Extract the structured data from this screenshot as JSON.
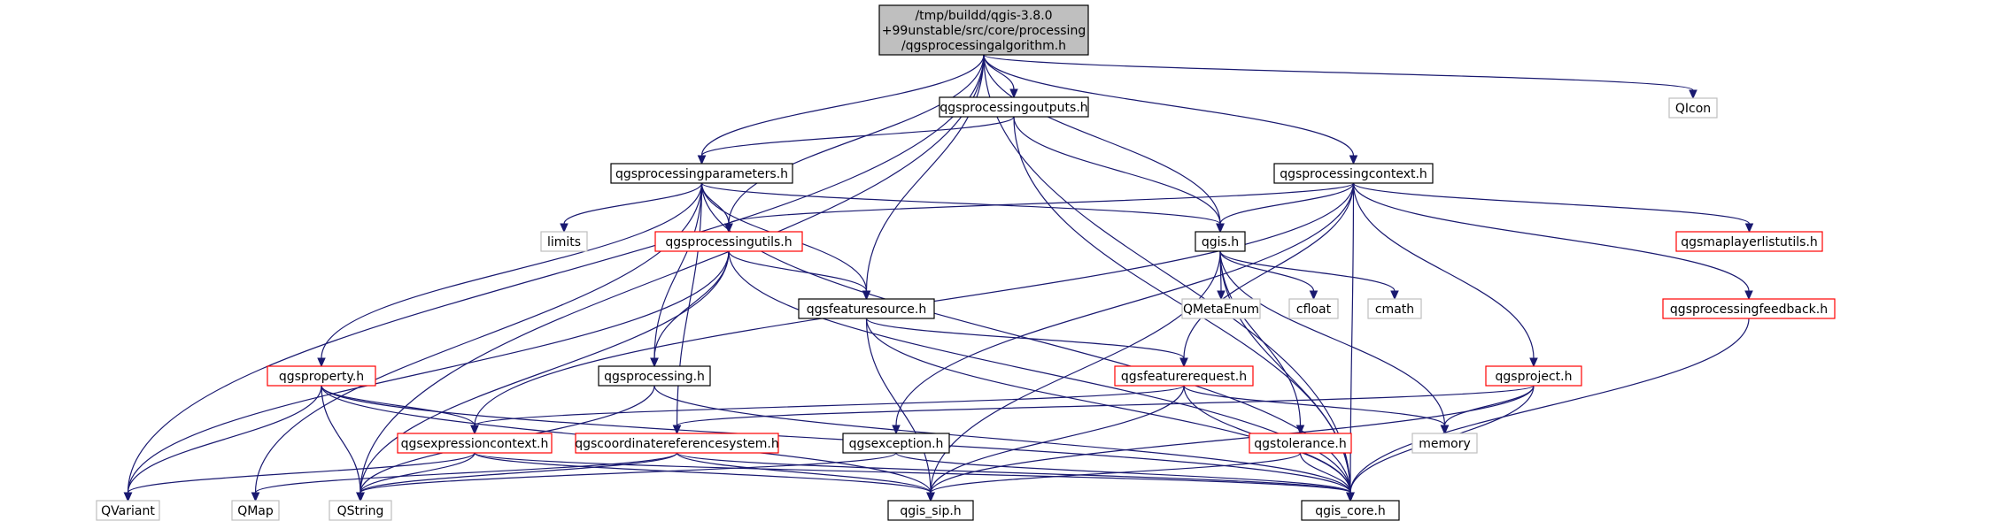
{
  "colors": {
    "edge": "#191970",
    "root_fill": "#bfbfbf",
    "root_border": "#000000",
    "documented_border": "#000000",
    "external_border": "#bfbfbf",
    "incomplete_border": "#ff0000",
    "external_text": "#000000",
    "box_fill": "#ffffff"
  },
  "nodes": [
    {
      "id": "root",
      "kind": "root",
      "lines": [
        "/tmp/buildd/qgis-3.8.0",
        "+99unstable/src/core/processing",
        "/qgsprocessingalgorithm.h"
      ]
    },
    {
      "id": "qicon",
      "kind": "external",
      "lines": [
        "QIcon"
      ]
    },
    {
      "id": "outputs",
      "kind": "documented",
      "lines": [
        "qgsprocessingoutputs.h"
      ]
    },
    {
      "id": "parameters",
      "kind": "documented",
      "lines": [
        "qgsprocessingparameters.h"
      ]
    },
    {
      "id": "context",
      "kind": "documented",
      "lines": [
        "qgsprocessingcontext.h"
      ]
    },
    {
      "id": "limits",
      "kind": "external",
      "lines": [
        "limits"
      ]
    },
    {
      "id": "utils",
      "kind": "incomplete",
      "lines": [
        "qgsprocessingutils.h"
      ]
    },
    {
      "id": "qgis",
      "kind": "documented",
      "lines": [
        "qgis.h"
      ]
    },
    {
      "id": "maplayerlistutils",
      "kind": "incomplete",
      "lines": [
        "qgsmaplayerlistutils.h"
      ]
    },
    {
      "id": "featuresource",
      "kind": "documented",
      "lines": [
        "qgsfeaturesource.h"
      ]
    },
    {
      "id": "qmetaenum",
      "kind": "external",
      "lines": [
        "QMetaEnum"
      ]
    },
    {
      "id": "cfloat",
      "kind": "external",
      "lines": [
        "cfloat"
      ]
    },
    {
      "id": "cmath",
      "kind": "external",
      "lines": [
        "cmath"
      ]
    },
    {
      "id": "feedback",
      "kind": "incomplete",
      "lines": [
        "qgsprocessingfeedback.h"
      ]
    },
    {
      "id": "property",
      "kind": "incomplete",
      "lines": [
        "qgsproperty.h"
      ]
    },
    {
      "id": "processing",
      "kind": "documented",
      "lines": [
        "qgsprocessing.h"
      ]
    },
    {
      "id": "featurerequest",
      "kind": "incomplete",
      "lines": [
        "qgsfeaturerequest.h"
      ]
    },
    {
      "id": "project",
      "kind": "incomplete",
      "lines": [
        "qgsproject.h"
      ]
    },
    {
      "id": "exprctx",
      "kind": "incomplete",
      "lines": [
        "qgsexpressioncontext.h"
      ]
    },
    {
      "id": "crs",
      "kind": "incomplete",
      "lines": [
        "qgscoordinatereferencesystem.h"
      ]
    },
    {
      "id": "exception",
      "kind": "documented",
      "lines": [
        "qgsexception.h"
      ]
    },
    {
      "id": "tolerance",
      "kind": "incomplete",
      "lines": [
        "qgstolerance.h"
      ]
    },
    {
      "id": "memory",
      "kind": "external",
      "lines": [
        "memory"
      ]
    },
    {
      "id": "qvariant",
      "kind": "external",
      "lines": [
        "QVariant"
      ]
    },
    {
      "id": "qmap",
      "kind": "external",
      "lines": [
        "QMap"
      ]
    },
    {
      "id": "qstring",
      "kind": "external",
      "lines": [
        "QString"
      ]
    },
    {
      "id": "sip",
      "kind": "documented",
      "lines": [
        "qgis_sip.h"
      ]
    },
    {
      "id": "core",
      "kind": "documented",
      "lines": [
        "qgis_core.h"
      ]
    }
  ],
  "edges": [
    [
      "root",
      "outputs"
    ],
    [
      "root",
      "parameters"
    ],
    [
      "root",
      "context"
    ],
    [
      "root",
      "qicon"
    ],
    [
      "root",
      "utils"
    ],
    [
      "root",
      "qgis"
    ],
    [
      "root",
      "featuresource"
    ],
    [
      "root",
      "qvariant"
    ],
    [
      "root",
      "qstring"
    ],
    [
      "root",
      "core"
    ],
    [
      "outputs",
      "parameters"
    ],
    [
      "outputs",
      "qgis"
    ],
    [
      "outputs",
      "core"
    ],
    [
      "parameters",
      "limits"
    ],
    [
      "parameters",
      "utils"
    ],
    [
      "parameters",
      "qgis"
    ],
    [
      "parameters",
      "featuresource"
    ],
    [
      "parameters",
      "property"
    ],
    [
      "parameters",
      "processing"
    ],
    [
      "parameters",
      "crs"
    ],
    [
      "parameters",
      "qmap"
    ],
    [
      "parameters",
      "core"
    ],
    [
      "context",
      "utils"
    ],
    [
      "context",
      "qgis"
    ],
    [
      "context",
      "maplayerlistutils"
    ],
    [
      "context",
      "feedback"
    ],
    [
      "context",
      "featurerequest"
    ],
    [
      "context",
      "project"
    ],
    [
      "context",
      "exprctx"
    ],
    [
      "context",
      "exception"
    ],
    [
      "context",
      "core"
    ],
    [
      "utils",
      "featuresource"
    ],
    [
      "utils",
      "processing"
    ],
    [
      "utils",
      "qvariant"
    ],
    [
      "utils",
      "qstring"
    ],
    [
      "utils",
      "core"
    ],
    [
      "qgis",
      "qmetaenum"
    ],
    [
      "qgis",
      "cfloat"
    ],
    [
      "qgis",
      "cmath"
    ],
    [
      "qgis",
      "memory"
    ],
    [
      "qgis",
      "sip"
    ],
    [
      "qgis",
      "tolerance"
    ],
    [
      "qgis",
      "core"
    ],
    [
      "featuresource",
      "featurerequest"
    ],
    [
      "featuresource",
      "sip"
    ],
    [
      "featuresource",
      "core"
    ],
    [
      "feedback",
      "core"
    ],
    [
      "property",
      "exprctx"
    ],
    [
      "property",
      "qvariant"
    ],
    [
      "property",
      "qstring"
    ],
    [
      "property",
      "sip"
    ],
    [
      "property",
      "core"
    ],
    [
      "processing",
      "qstring"
    ],
    [
      "processing",
      "core"
    ],
    [
      "featurerequest",
      "exprctx"
    ],
    [
      "featurerequest",
      "memory"
    ],
    [
      "featurerequest",
      "sip"
    ],
    [
      "featurerequest",
      "core"
    ],
    [
      "project",
      "memory"
    ],
    [
      "project",
      "crs"
    ],
    [
      "project",
      "sip"
    ],
    [
      "project",
      "core"
    ],
    [
      "exprctx",
      "qvariant"
    ],
    [
      "exprctx",
      "qstring"
    ],
    [
      "exprctx",
      "sip"
    ],
    [
      "exprctx",
      "core"
    ],
    [
      "crs",
      "qmap"
    ],
    [
      "crs",
      "qstring"
    ],
    [
      "crs",
      "sip"
    ],
    [
      "crs",
      "core"
    ],
    [
      "exception",
      "qstring"
    ],
    [
      "exception",
      "core"
    ],
    [
      "tolerance",
      "sip"
    ],
    [
      "tolerance",
      "core"
    ]
  ]
}
